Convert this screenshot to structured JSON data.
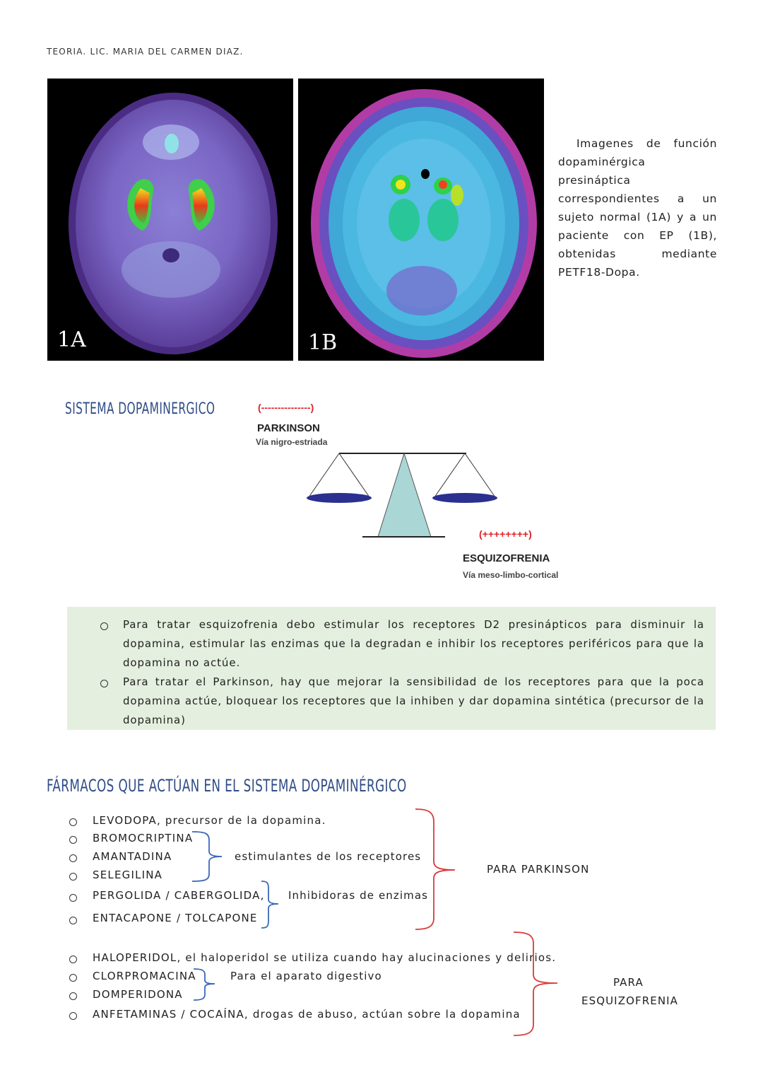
{
  "header": "TEORIA. LIC. MARIA DEL CARMEN DIAZ.",
  "images": [
    {
      "label": "1A"
    },
    {
      "label": "1B"
    }
  ],
  "caption": "Imagenes de función dopaminérgica presináptica correspondientes a un sujeto normal (1A) y a un paciente con EP (1B), obtenidas mediante PETF18-Dopa.",
  "section1_title": "SISTEMA DOPAMINERGICO",
  "balance": {
    "left_sign": "(---------------)",
    "left_title": "PARKINSON",
    "left_sub": "Vía nigro-estriada",
    "right_sign": "(++++++++)",
    "right_title": "ESQUIZOFRENIA",
    "right_sub": "Vía meso-limbo-cortical",
    "colors": {
      "pans": "#2b2f8f",
      "fulcrum": "#aad6d6",
      "sign": "#e0212a"
    }
  },
  "notes": [
    "Para tratar esquizofrenia debo estimular los receptores D2 presinápticos para disminuir la dopamina, estimular las enzimas que la degradan e inhibir los receptores periféricos para que la dopamina no actúe.",
    "Para tratar el Parkinson, hay que mejorar la sensibilidad de los receptores para que la poca dopamina actúe, bloquear los receptores que la inhiben y dar dopamina sintética (precursor de la dopamina)"
  ],
  "section2_title": "FÁRMACOS QUE ACTÚAN EN EL SISTEMA DOPAMINÉRGICO",
  "parkinson_drugs": [
    "LEVODOPA, precursor de la dopamina.",
    "BROMOCRIPTINA",
    "AMANTADINA",
    "SELEGILINA",
    "PERGOLIDA / CABERGOLIDA,",
    "ENTACAPONE / TOLCAPONE"
  ],
  "group_labels": {
    "stimulants": "estimulantes de los receptores",
    "inhibitors": "Inhibidoras de enzimas",
    "parkinson": "PARA PARKINSON",
    "digestive": "Para el aparato digestivo",
    "schizo_line1": "PARA",
    "schizo_line2": "ESQUIZOFRENIA"
  },
  "schizo_drugs": [
    "HALOPERIDOL, el haloperidol se utiliza cuando hay alucinaciones y delirios.",
    "CLORPROMACINA",
    "DOMPERIDONA",
    "ANFETAMINAS / COCAÍNA, drogas de abuso, actúan sobre la dopamina"
  ],
  "colors": {
    "title": "#2f4c86",
    "brace_blue": "#3a68b8",
    "brace_red": "#d93b3b",
    "box": "#e5efdf"
  }
}
